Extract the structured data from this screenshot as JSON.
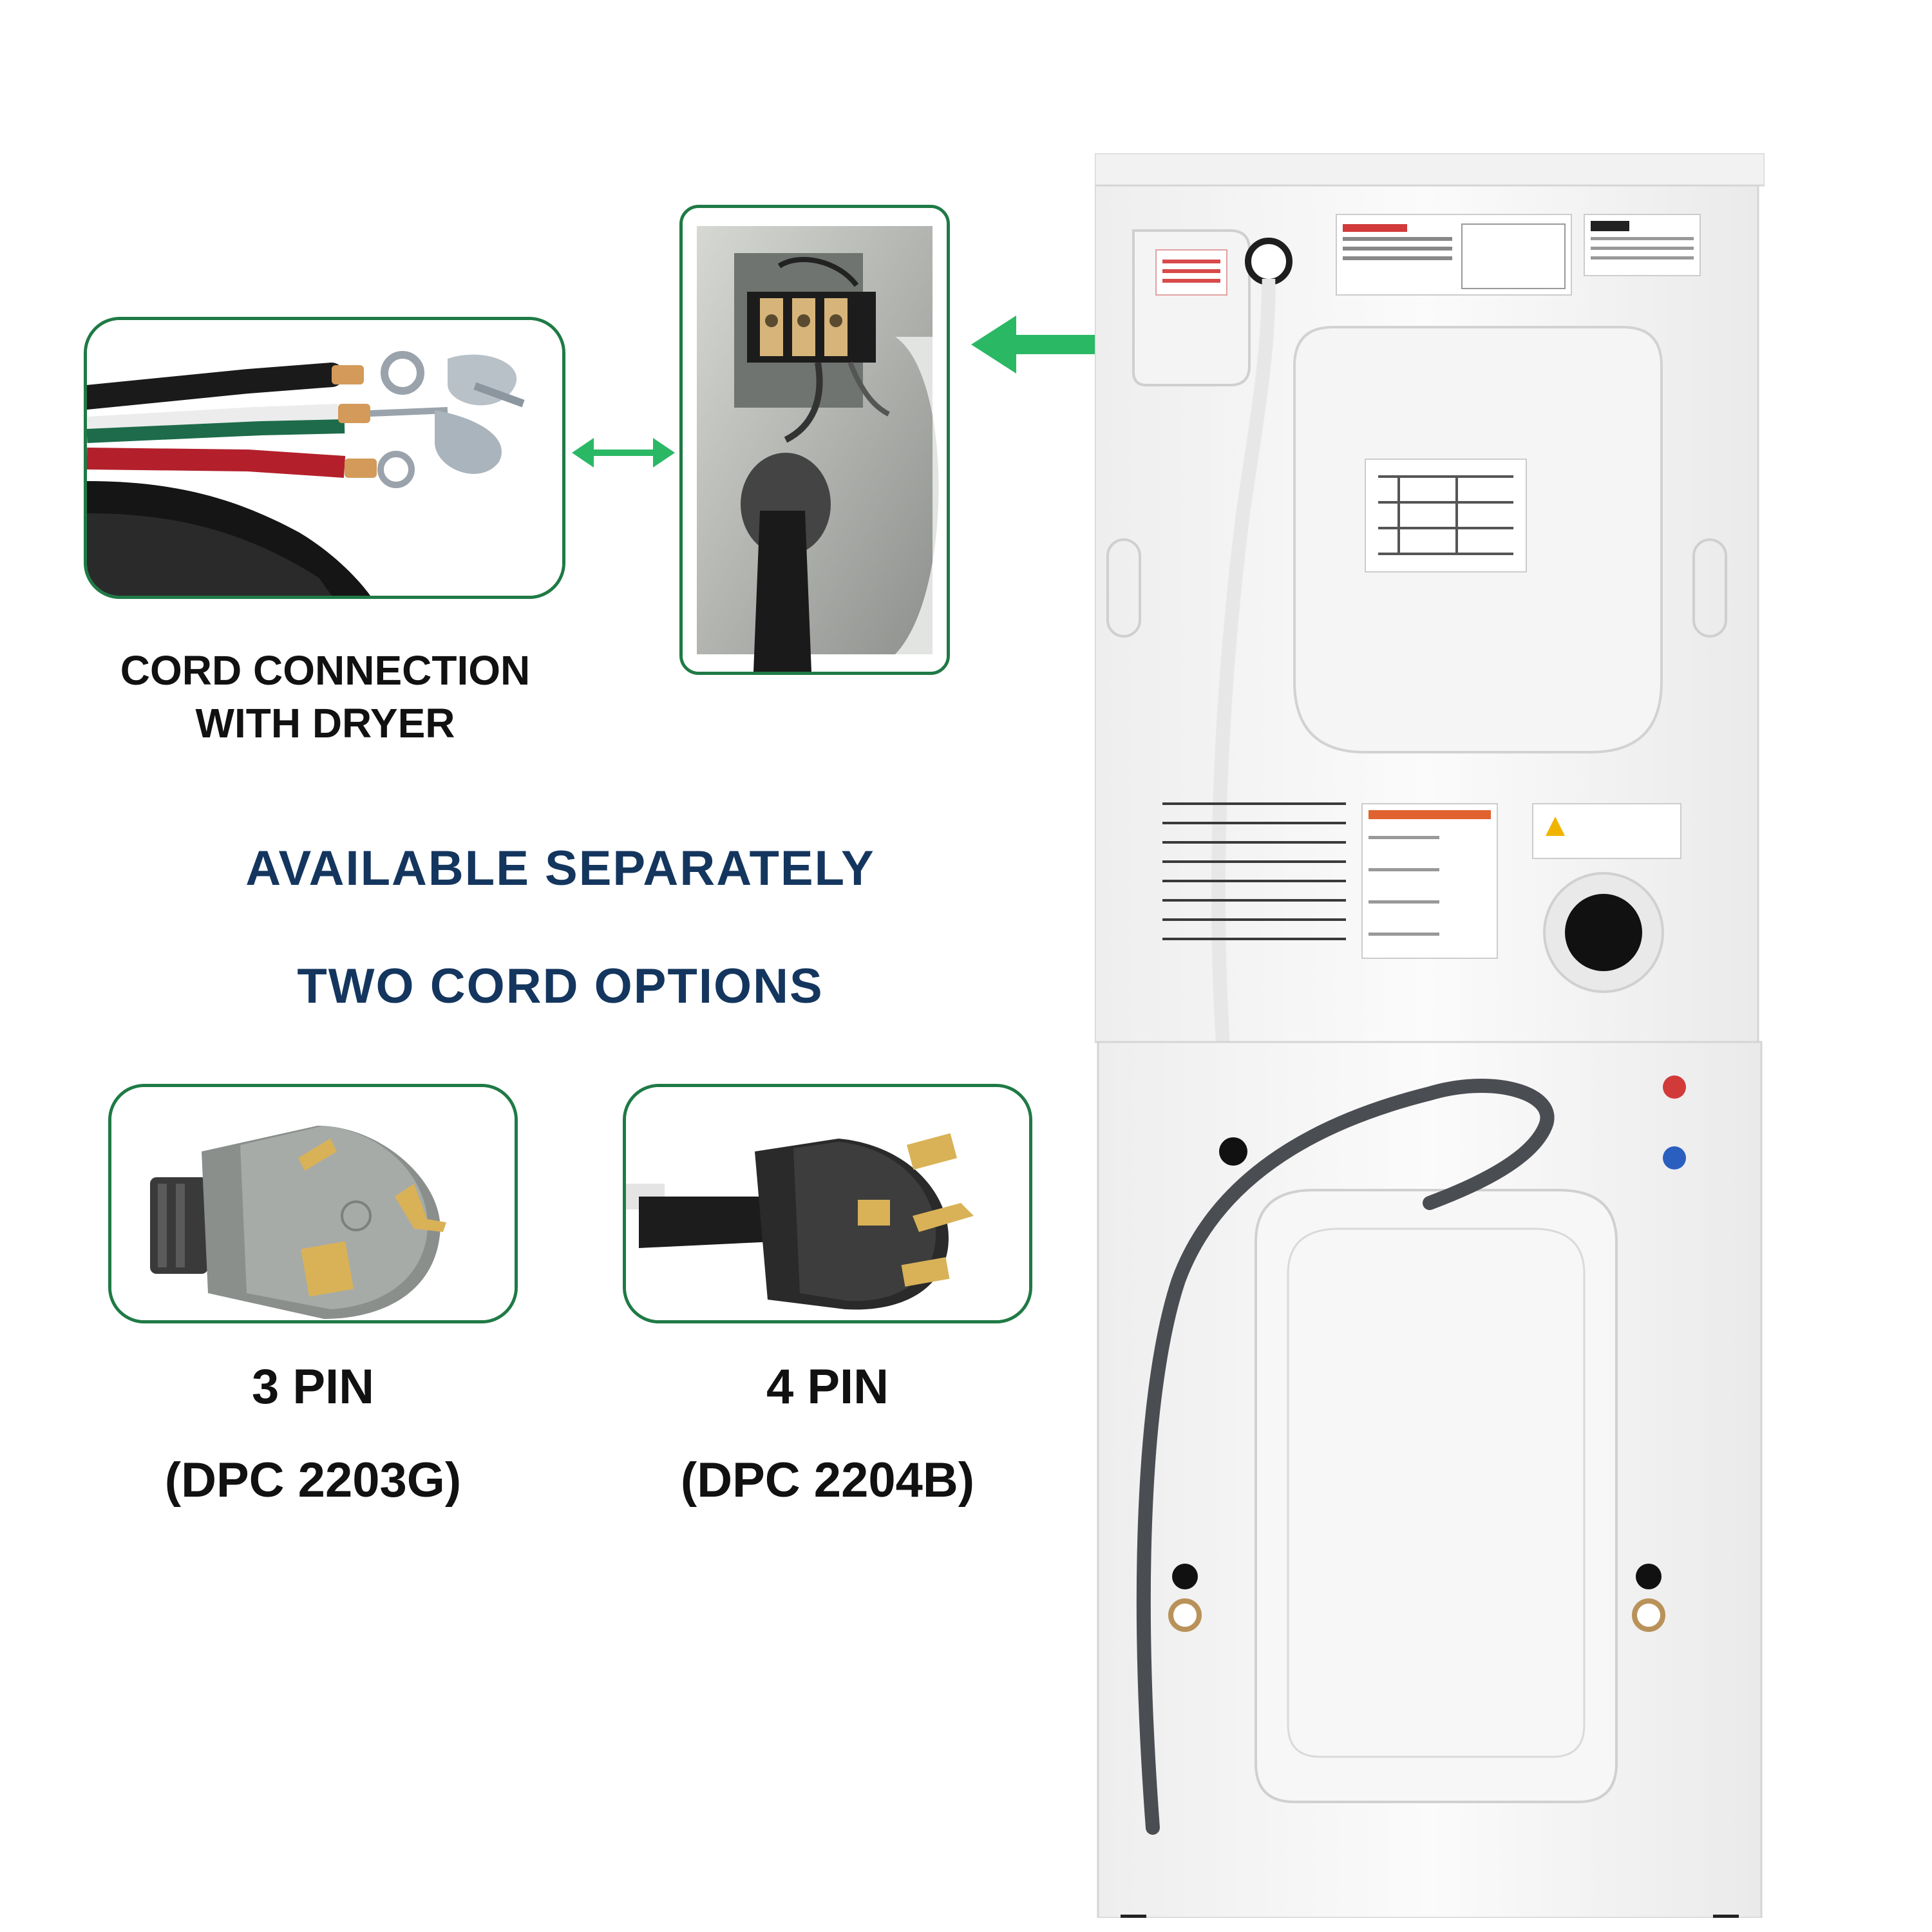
{
  "cord_connection": {
    "caption_line1": "CORD CONNECTION",
    "caption_line2": "WITH DRYER"
  },
  "availability": {
    "heading": "AVAILABLE SEPARATELY",
    "subheading": "TWO CORD OPTIONS"
  },
  "options": [
    {
      "pins": "3 PIN",
      "model": "(DPC 2203G)"
    },
    {
      "pins": "4 PIN",
      "model": "(DPC 2204B)"
    }
  ],
  "colors": {
    "frame_border": "#1f7a45",
    "arrow": "#2bb865",
    "heading_text": "#14365e",
    "caption_text": "#111111",
    "appliance_body": "#f7f7f7"
  },
  "icons": {
    "double_arrow": "double-headed-arrow-icon",
    "pointer_arrow": "left-arrow-icon"
  }
}
